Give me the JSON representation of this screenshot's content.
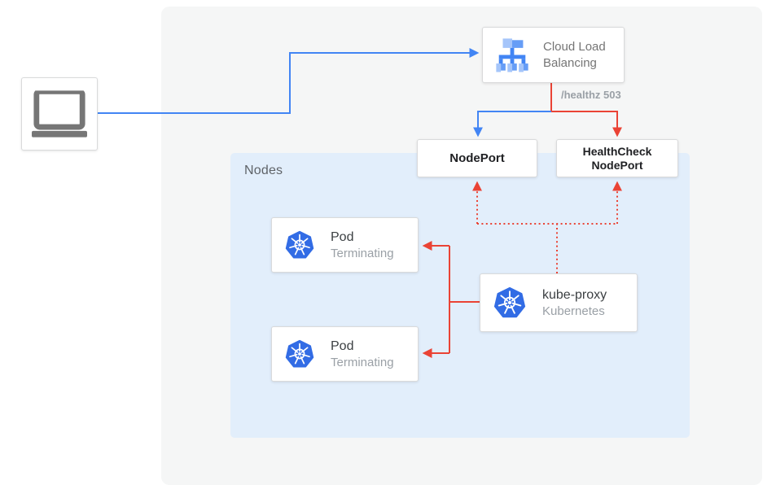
{
  "diagram": {
    "nodes_panel_label": "Nodes",
    "cloud_load_balancing": {
      "label": "Cloud Load Balancing"
    },
    "healthz_annotation": "/healthz 503",
    "nodeport": {
      "label": "NodePort"
    },
    "healthcheck_nodeport": {
      "label": "HealthCheck NodePort"
    },
    "pods": [
      {
        "title": "Pod",
        "subtitle": "Terminating"
      },
      {
        "title": "Pod",
        "subtitle": "Terminating"
      }
    ],
    "kube_proxy": {
      "title": "kube-proxy",
      "subtitle": "Kubernetes"
    },
    "icons": {
      "client": "laptop-icon",
      "load_balancer": "cloud-load-balancing-icon",
      "kubernetes": "kubernetes-helm-icon"
    },
    "colors": {
      "traffic_blue": "#4285f4",
      "traffic_red": "#ea4335",
      "kubernetes_blue": "#326ce5",
      "outer_panel": "#f5f6f6",
      "nodes_panel": "#e2eefb"
    }
  }
}
